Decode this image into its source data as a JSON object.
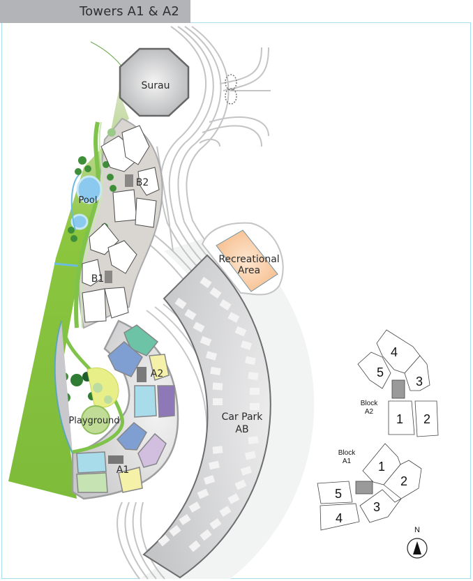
{
  "header": {
    "title": "Towers A1 & A2"
  },
  "map": {
    "labels": {
      "surau": "Surau",
      "pool": "Pool",
      "b2": "B2",
      "b1": "B1",
      "recreational_line1": "Recreational",
      "recreational_line2": "Area",
      "a2": "A2",
      "a1": "A1",
      "playground": "Playground",
      "car_park_line1": "Car Park",
      "car_park_line2": "AB"
    },
    "colors": {
      "frame_border": "#a9dcec",
      "title_bg": "#b3b4b8",
      "grass": "#8cc63f",
      "water": "#7cc4ea",
      "road": "#c9cacc",
      "car_park": "#d2d3d5",
      "recreational": "#f8c9a0",
      "unit_teal": "#6cc3a6",
      "unit_blue": "#7f9fd3",
      "unit_yellow": "#f6f1a8",
      "unit_cyan": "#a8dcea",
      "unit_purple": "#8e78b8",
      "unit_lilac": "#d2bfe0",
      "unit_green": "#c6e3b4"
    }
  },
  "key_plan": {
    "block_a2": {
      "label_line1": "Block",
      "label_line2": "A2",
      "units": [
        "1",
        "2",
        "3",
        "4",
        "5"
      ]
    },
    "block_a1": {
      "label_line1": "Block",
      "label_line2": "A1",
      "units": [
        "1",
        "2",
        "3",
        "4",
        "5"
      ]
    },
    "compass": {
      "label": "N"
    }
  }
}
